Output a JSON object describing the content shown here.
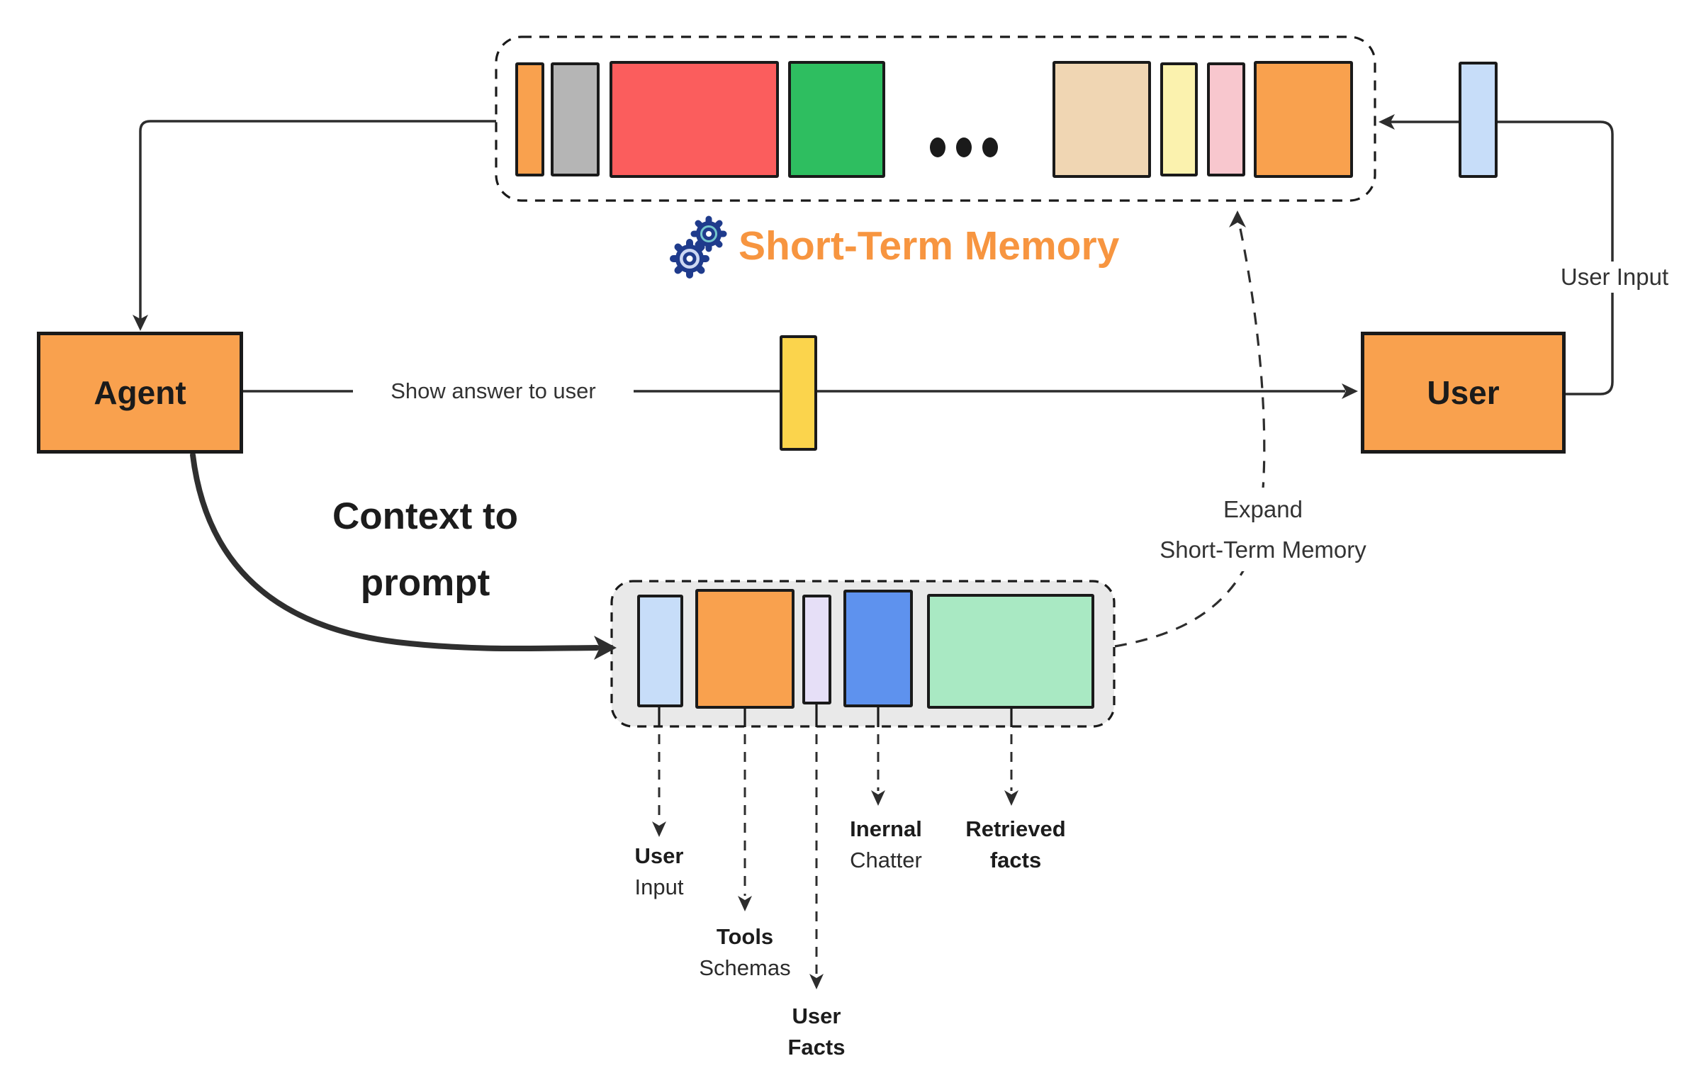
{
  "diagram": {
    "title": "Short-Term Memory",
    "agent_label": "Agent",
    "user_label": "User",
    "show_answer_label": "Show answer to user",
    "user_input_label": "User Input",
    "expand_label": {
      "line1": "Expand",
      "line2": "Short-Term Memory"
    },
    "context_label": {
      "line1": "Context to",
      "line2": "prompt"
    },
    "ellipsis": "...",
    "prompt_token_labels": [
      {
        "line1": "User",
        "line2": "Input"
      },
      {
        "line1": "Tools",
        "line2": "Schemas"
      },
      {
        "line1": "User",
        "line2": "Facts"
      },
      {
        "line1": "Inernal",
        "line2": "Chatter"
      },
      {
        "line1": "Retrieved",
        "line2": "facts"
      }
    ],
    "colors": {
      "title_orange": "#F79540",
      "node_fill": "#F9A14E",
      "outline": "#1a1a1a",
      "memory_blocks": [
        "#F9A14E",
        "#B5B5B5",
        "#FB5D5D",
        "#2EBE60",
        "#F0D6B3",
        "#FBF2AE",
        "#F8C7CE",
        "#F9A14E"
      ],
      "user_input_block": "#C7DDF9",
      "answer_block": "#FBD44C",
      "prompt_blocks": [
        "#C7DDF9",
        "#F9A14E",
        "#E6DFF7",
        "#5E92EE",
        "#A9E9C3"
      ],
      "prompt_container": "#E9E9E9",
      "gear_teal": "#74C7CC",
      "gear_lavender": "#CDD8F3",
      "gear_outline": "#1F3B8C"
    }
  }
}
